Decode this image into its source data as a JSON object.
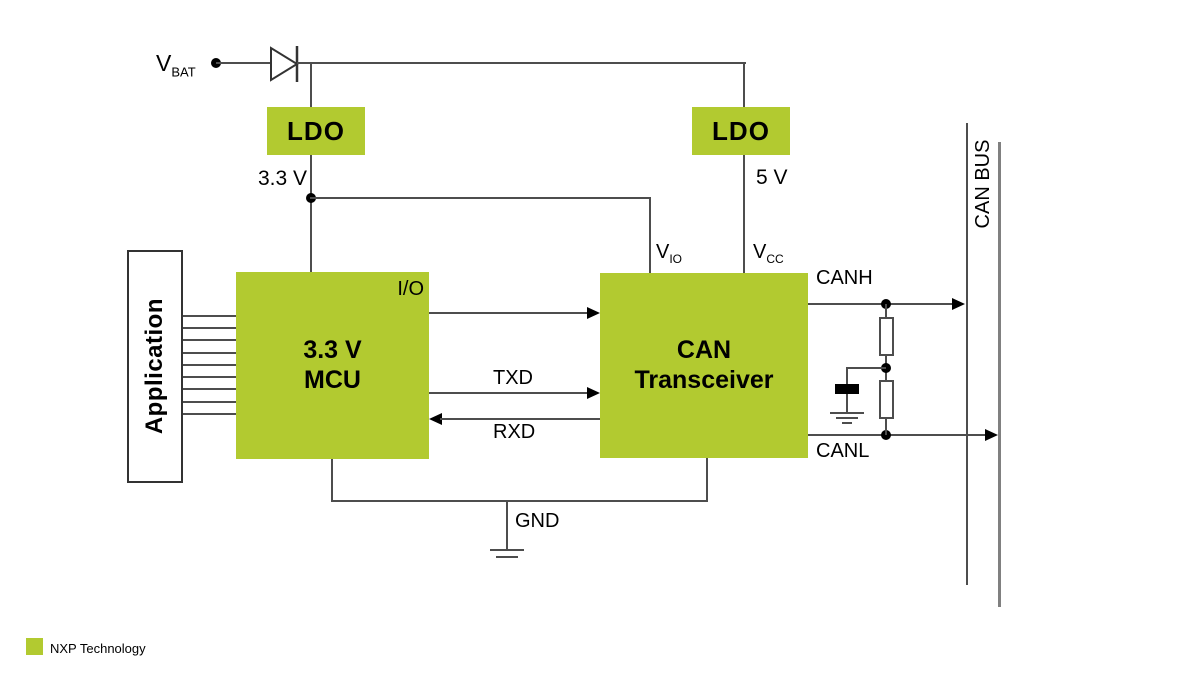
{
  "colors": {
    "nxp_green": "#b2ca30",
    "wire": "#4d4d4d",
    "bus_secondary": "#808080",
    "text": "#000000"
  },
  "labels": {
    "vbat_main": "V",
    "vbat_sub": "BAT",
    "ldo1": "LDO",
    "ldo2": "LDO",
    "rail_33": "3.3 V",
    "rail_5": "5 V",
    "vio_main": "V",
    "vio_sub": "IO",
    "vcc_main": "V",
    "vcc_sub": "CC",
    "io": "I/O",
    "txd": "TXD",
    "rxd": "RXD",
    "canh": "CANH",
    "canl": "CANL",
    "gnd": "GND",
    "can_bus": "CAN BUS",
    "application": "Application",
    "mcu_line1": "3.3 V",
    "mcu_line2": "MCU",
    "transceiver_line1": "CAN",
    "transceiver_line2": "Transceiver"
  },
  "legend": {
    "label": "NXP Technology",
    "swatch_color": "#b2ca30"
  }
}
